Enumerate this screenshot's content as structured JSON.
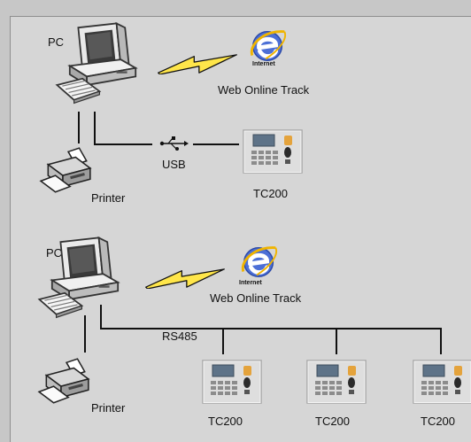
{
  "diagram_a": {
    "pc_label": "PC",
    "web_label": "Web Online Track",
    "internet_badge": "Internet",
    "usb_label": "USB",
    "printer_label": "Printer",
    "device_label": "TC200"
  },
  "diagram_b": {
    "pc_label": "PC",
    "web_label": "Web Online Track",
    "internet_badge": "Internet",
    "bus_label": "RS485",
    "printer_label": "Printer",
    "devices": [
      {
        "label": "TC200"
      },
      {
        "label": "TC200"
      },
      {
        "label": "TC200"
      }
    ]
  },
  "icons": [
    "pc-icon",
    "internet-explorer-icon",
    "lightning-link-icon",
    "usb-icon",
    "printer-icon",
    "tc200-terminal-icon"
  ]
}
